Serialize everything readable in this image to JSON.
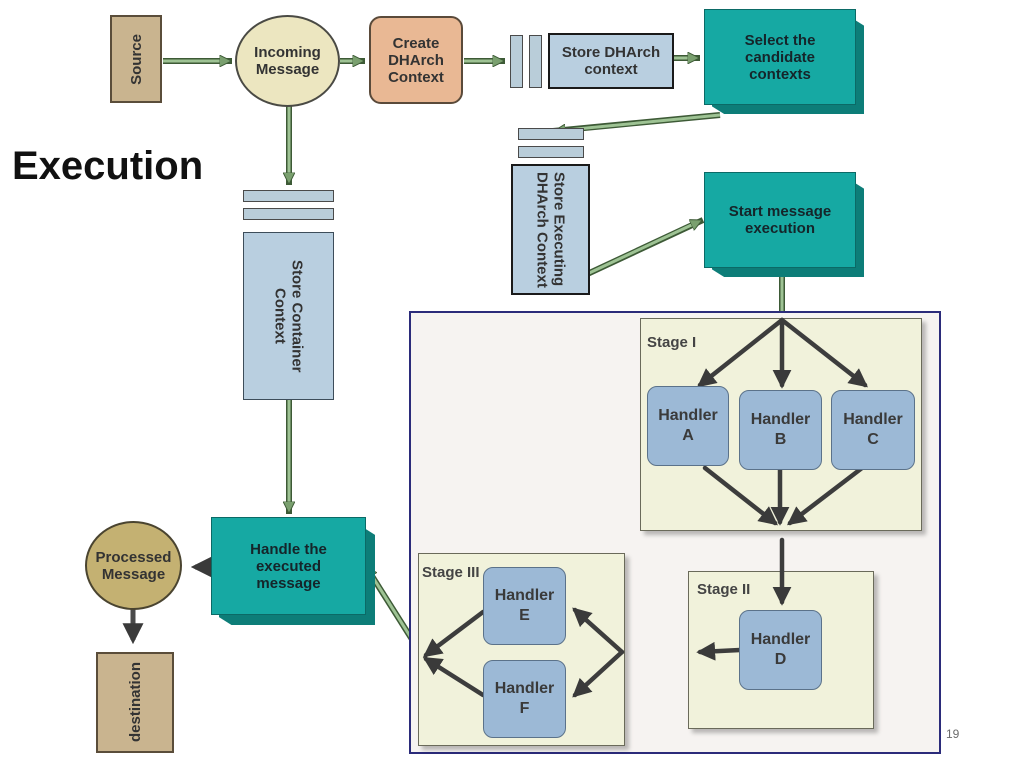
{
  "title": "Execution",
  "page_number": "19",
  "nodes": {
    "source": "Source",
    "incoming_message": "Incoming Message",
    "create_context": "Create DHArch Context",
    "store_dharch_context": "Store DHArch context",
    "select_candidate": "Select the candidate contexts",
    "store_executing": "Store Executing DHArch Context",
    "start_execution": "Start message execution",
    "store_container": "Store Container Context",
    "handle_executed": "Handle the executed message",
    "processed_message": "Processed Message",
    "destination": "destination"
  },
  "stages": {
    "stage1": {
      "title": "Stage I",
      "handlers": [
        "Handler A",
        "Handler B",
        "Handler C"
      ]
    },
    "stage2": {
      "title": "Stage II",
      "handlers": [
        "Handler D"
      ]
    },
    "stage3": {
      "title": "Stage III",
      "handlers": [
        "Handler E",
        "Handler F"
      ]
    }
  },
  "colors": {
    "connector_green": "#6a9860",
    "teal": "#16a9a3",
    "tan": "#c9b48f",
    "handler_blue": "#9cb9d6",
    "stage_bg": "#f1f2db",
    "frame_border": "#2b2b7a"
  }
}
